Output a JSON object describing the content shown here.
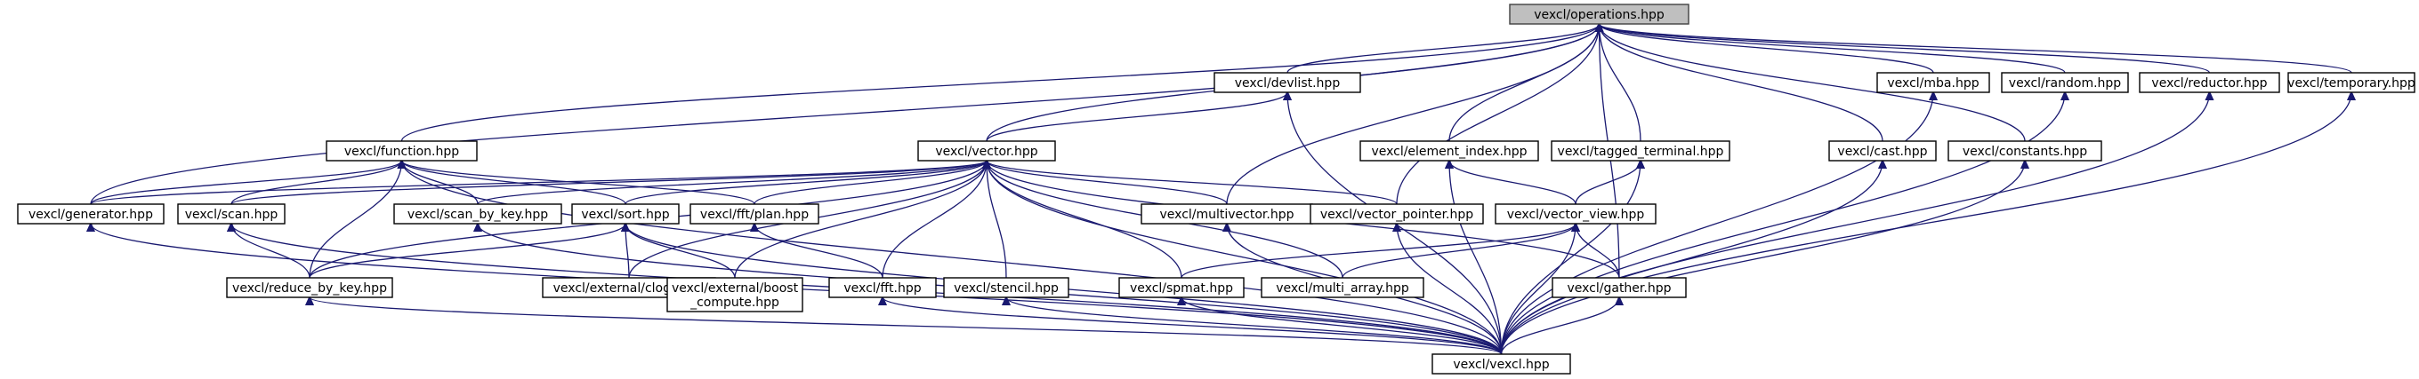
{
  "diagram": {
    "type": "include-dependency-graph",
    "nodes": {
      "operations": {
        "label": [
          "vexcl/operations.hpp"
        ],
        "root": true
      },
      "devlist": {
        "label": [
          "vexcl/devlist.hpp"
        ]
      },
      "mba": {
        "label": [
          "vexcl/mba.hpp"
        ]
      },
      "random": {
        "label": [
          "vexcl/random.hpp"
        ]
      },
      "reductor": {
        "label": [
          "vexcl/reductor.hpp"
        ]
      },
      "temporary": {
        "label": [
          "vexcl/temporary.hpp"
        ]
      },
      "function": {
        "label": [
          "vexcl/function.hpp"
        ]
      },
      "vector": {
        "label": [
          "vexcl/vector.hpp"
        ]
      },
      "element_index": {
        "label": [
          "vexcl/element_index.hpp"
        ]
      },
      "tagged_terminal": {
        "label": [
          "vexcl/tagged_terminal.hpp"
        ]
      },
      "cast": {
        "label": [
          "vexcl/cast.hpp"
        ]
      },
      "constants": {
        "label": [
          "vexcl/constants.hpp"
        ]
      },
      "generator": {
        "label": [
          "vexcl/generator.hpp"
        ]
      },
      "scan": {
        "label": [
          "vexcl/scan.hpp"
        ]
      },
      "scan_by_key": {
        "label": [
          "vexcl/scan_by_key.hpp"
        ]
      },
      "sort": {
        "label": [
          "vexcl/sort.hpp"
        ]
      },
      "fft_plan": {
        "label": [
          "vexcl/fft/plan.hpp"
        ]
      },
      "multivector": {
        "label": [
          "vexcl/multivector.hpp"
        ]
      },
      "vector_pointer": {
        "label": [
          "vexcl/vector_pointer.hpp"
        ]
      },
      "vector_view": {
        "label": [
          "vexcl/vector_view.hpp"
        ]
      },
      "reduce_by_key": {
        "label": [
          "vexcl/reduce_by_key.hpp"
        ]
      },
      "clogs": {
        "label": [
          "vexcl/external/clogs.hpp"
        ]
      },
      "boost_compute": {
        "label": [
          "vexcl/external/boost",
          "_compute.hpp"
        ]
      },
      "fft": {
        "label": [
          "vexcl/fft.hpp"
        ]
      },
      "stencil": {
        "label": [
          "vexcl/stencil.hpp"
        ]
      },
      "spmat": {
        "label": [
          "vexcl/spmat.hpp"
        ]
      },
      "multi_array": {
        "label": [
          "vexcl/multi_array.hpp"
        ]
      },
      "gather": {
        "label": [
          "vexcl/gather.hpp"
        ]
      },
      "vexcl": {
        "label": [
          "vexcl/vexcl.hpp"
        ]
      }
    }
  }
}
